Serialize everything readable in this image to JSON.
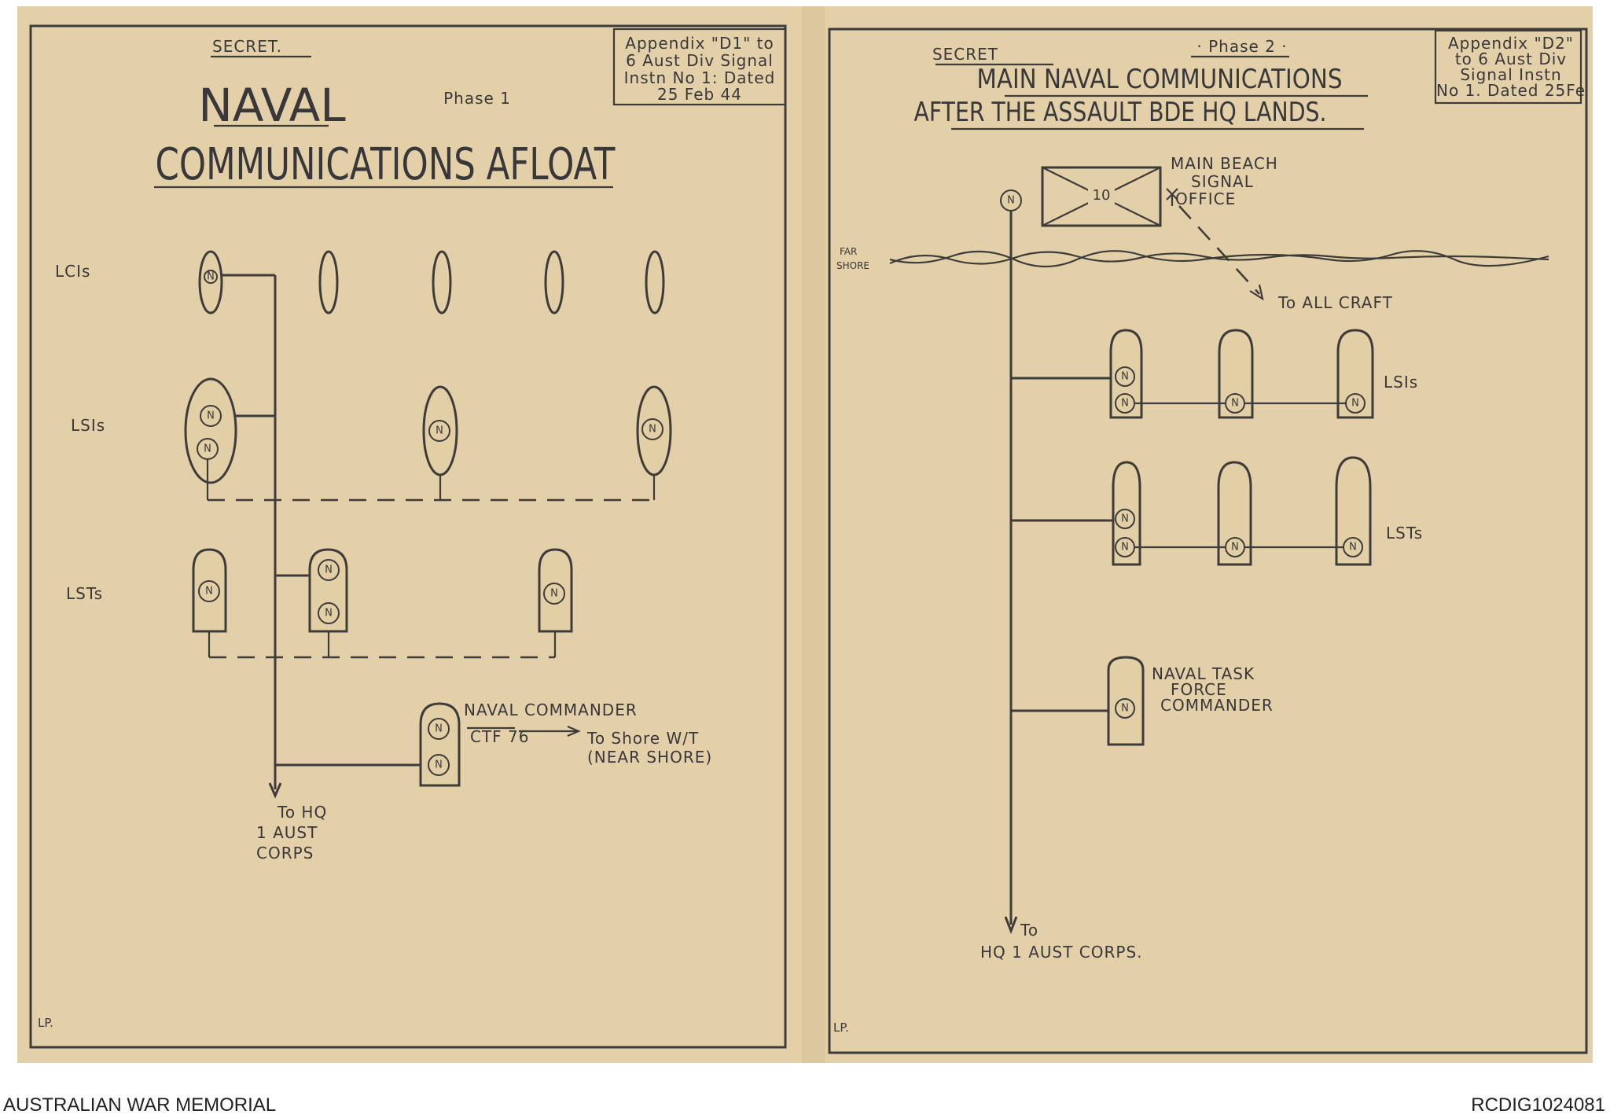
{
  "left_sheet": {
    "classification": "SECRET.",
    "appendix": [
      "Appendix \"D1\" to",
      "6 Aust Div Signal",
      "Instn No 1: Dated",
      "25 Feb 44"
    ],
    "title_line1": "NAVAL",
    "title_line2": "COMMUNICATIONS AFLOAT",
    "phase": "Phase 1",
    "row_labels": {
      "lci": "LCIs",
      "lsi": "LSIs",
      "lst": "LSTs"
    },
    "node_symbol": "N",
    "commander_label": "NAVAL COMMANDER",
    "ctf": "CTF 76",
    "shore_label": "To Shore W/T",
    "shore_sub": "(NEAR SHORE)",
    "hq_label": [
      "To HQ",
      "1 AUST",
      "CORPS"
    ],
    "initials": "LP."
  },
  "right_sheet": {
    "classification": "SECRET",
    "phase": "· Phase 2 ·",
    "appendix": [
      "Appendix \"D2\"",
      "to 6 Aust Div",
      "Signal Instn",
      "No 1. Dated 25Fe"
    ],
    "title_line1": "MAIN NAVAL COMMUNICATIONS",
    "title_line2": "AFTER THE ASSAULT BDE HQ LANDS.",
    "office_number": "10",
    "office_label": [
      "MAIN BEACH",
      "SIGNAL",
      "OFFICE"
    ],
    "far_shore": [
      "FAR",
      "SHORE"
    ],
    "all_craft": "To ALL CRAFT",
    "row_labels": {
      "lsi": "LSIs",
      "lst": "LSTs"
    },
    "node_symbol": "N",
    "task_force": [
      "NAVAL TASK",
      "FORCE",
      "COMMANDER"
    ],
    "hq_label": [
      "To",
      "HQ 1 AUST CORPS."
    ],
    "initials": "LP."
  },
  "footer": {
    "left": "AUSTRALIAN WAR MEMORIAL",
    "right": "RCDIG1024081"
  }
}
